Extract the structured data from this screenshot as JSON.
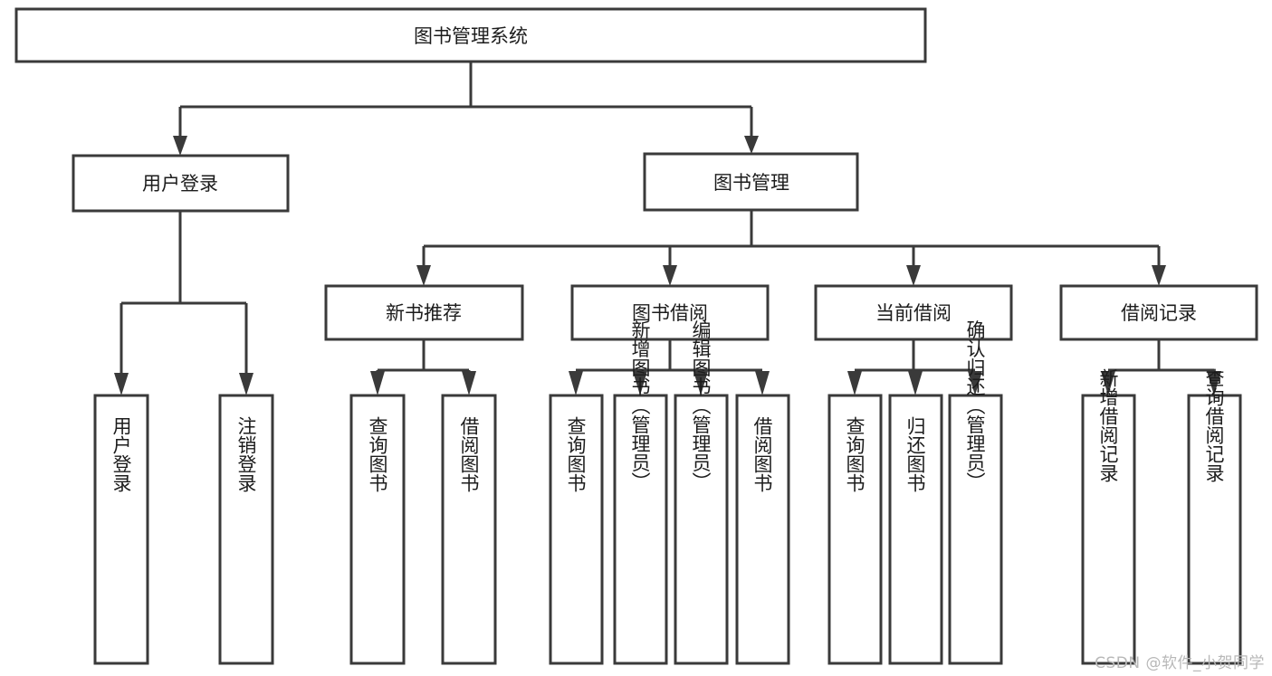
{
  "diagram": {
    "title": "图书管理系统",
    "type": "tree",
    "orientation": "top-down",
    "watermark": "CSDN @软件_小贺同学",
    "colors": {
      "stroke": "#3a3a3a",
      "fill": "#ffffff",
      "text": "#1c1c1c",
      "watermark": "#b8b8b8",
      "background": "#ffffff"
    },
    "root": {
      "id": "root",
      "label": "图书管理系统",
      "orientation": "horizontal"
    },
    "level2": [
      {
        "id": "user-login",
        "label": "用户登录",
        "orientation": "horizontal"
      },
      {
        "id": "book-manage",
        "label": "图书管理",
        "orientation": "horizontal"
      }
    ],
    "level3": [
      {
        "id": "new-book-recommend",
        "label": "新书推荐",
        "parent": "book-manage",
        "orientation": "horizontal"
      },
      {
        "id": "book-borrow",
        "label": "图书借阅",
        "parent": "book-manage",
        "orientation": "horizontal"
      },
      {
        "id": "current-borrow",
        "label": "当前借阅",
        "parent": "book-manage",
        "orientation": "horizontal"
      },
      {
        "id": "borrow-record",
        "label": "借阅记录",
        "parent": "book-manage",
        "orientation": "horizontal"
      }
    ],
    "leaves": [
      {
        "id": "leaf-user-login",
        "label": "用户登录",
        "parent": "user-login",
        "orientation": "vertical"
      },
      {
        "id": "leaf-user-logout",
        "label": "注销登录",
        "parent": "user-login",
        "orientation": "vertical"
      },
      {
        "id": "leaf-query-book-1",
        "label": "查询图书",
        "parent": "new-book-recommend",
        "orientation": "vertical"
      },
      {
        "id": "leaf-borrow-book-1",
        "label": "借阅图书",
        "parent": "new-book-recommend",
        "orientation": "vertical"
      },
      {
        "id": "leaf-query-book-2",
        "label": "查询图书",
        "parent": "book-borrow",
        "orientation": "vertical"
      },
      {
        "id": "leaf-add-book",
        "label": "新增图书（管理员）",
        "parent": "book-borrow",
        "orientation": "vertical"
      },
      {
        "id": "leaf-edit-book",
        "label": "编辑图书（管理员）",
        "parent": "book-borrow",
        "orientation": "vertical"
      },
      {
        "id": "leaf-borrow-book-2",
        "label": "借阅图书",
        "parent": "book-borrow",
        "orientation": "vertical"
      },
      {
        "id": "leaf-query-book-3",
        "label": "查询图书",
        "parent": "current-borrow",
        "orientation": "vertical"
      },
      {
        "id": "leaf-return-book",
        "label": "归还图书",
        "parent": "current-borrow",
        "orientation": "vertical"
      },
      {
        "id": "leaf-confirm-return",
        "label": "确认归还（管理员）",
        "parent": "current-borrow",
        "orientation": "vertical"
      },
      {
        "id": "leaf-add-record",
        "label": "新增借阅记录",
        "parent": "borrow-record",
        "orientation": "vertical"
      },
      {
        "id": "leaf-query-record",
        "label": "查询借阅记录",
        "parent": "borrow-record",
        "orientation": "vertical"
      }
    ]
  }
}
